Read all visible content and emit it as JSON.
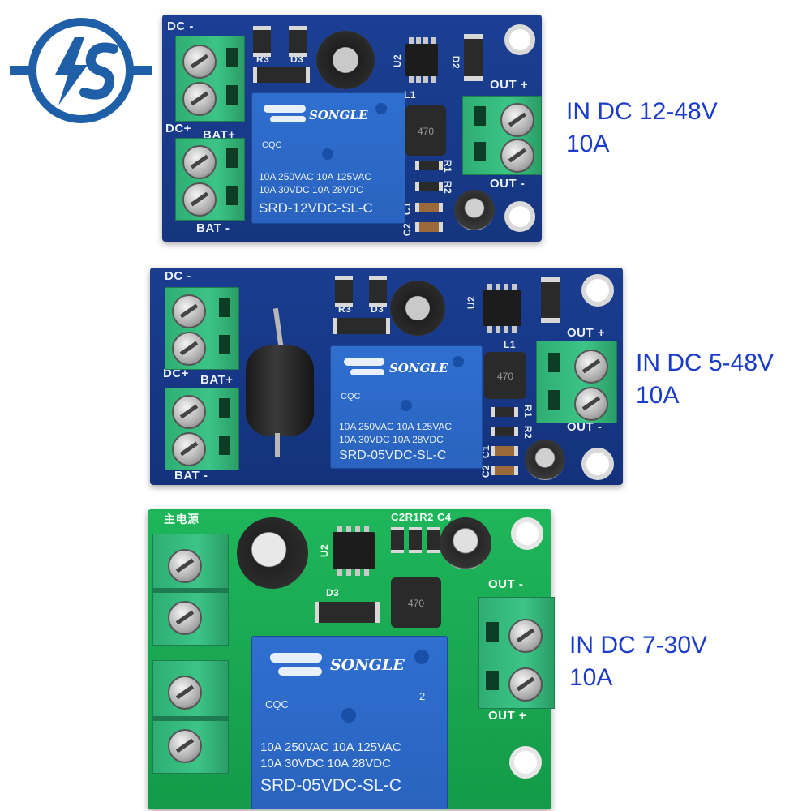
{
  "specs": [
    {
      "voltage": "IN DC 12-48V",
      "current": "10A"
    },
    {
      "voltage": "IN DC 5-48V",
      "current": "10A"
    },
    {
      "voltage": "IN DC 7-30V",
      "current": "10A"
    }
  ],
  "boards": {
    "top": {
      "labels": {
        "dc_minus": "DC -",
        "dc_plus": "DC+",
        "bat_plus": "BAT+",
        "bat_minus": "BAT -",
        "out_plus": "OUT +",
        "out_minus": "OUT -",
        "r3": "R3",
        "d3": "D3",
        "u2": "U2",
        "d2": "D2",
        "l1": "L1",
        "r1": "R1",
        "r2": "R2",
        "c1": "C1",
        "c2": "C2"
      },
      "relay": {
        "brand": "SONGLE",
        "cqc": "CQC",
        "rating1": "10A 250VAC  10A 125VAC",
        "rating2": "10A  30VDC  10A  28VDC",
        "model": "SRD-12VDC-SL-C"
      },
      "inductor": "470"
    },
    "middle": {
      "labels": {
        "dc_minus": "DC -",
        "dc_plus": "DC+",
        "bat_plus": "BAT+",
        "bat_minus": "BAT -",
        "out_plus": "OUT +",
        "out_minus": "OUT -",
        "r3": "R3",
        "d3": "D3",
        "u2": "U2",
        "l1": "L1",
        "r1": "R1",
        "r2": "R2",
        "c1": "C1",
        "c2": "C2"
      },
      "relay": {
        "brand": "SONGLE",
        "cqc": "CQC",
        "rating1": "10A 250VAC 10A 125VAC",
        "rating2": "10A  30VDC 10A 28VDC",
        "model": "SRD-05VDC-SL-C"
      },
      "inductor": "470"
    },
    "bottom": {
      "labels": {
        "main_power": "主电源",
        "out_minus": "OUT -",
        "out_plus": "OUT +",
        "top_row": "C2R1R2 C4",
        "d3": "D3",
        "u2": "U2"
      },
      "relay": {
        "brand": "SONGLE",
        "cqc": "CQC",
        "num": "2",
        "rating1": "10A 250VAC  10A 125VAC",
        "rating2": "10A  30VDC  10A  28VDC",
        "model": "SRD-05VDC-SL-C"
      },
      "inductor": "470"
    }
  },
  "colors": {
    "spec_text": "#1a3cc8",
    "logo": "#1f5fa8",
    "pcb_blue": "#1b3f93",
    "pcb_green": "#1fb65a"
  }
}
